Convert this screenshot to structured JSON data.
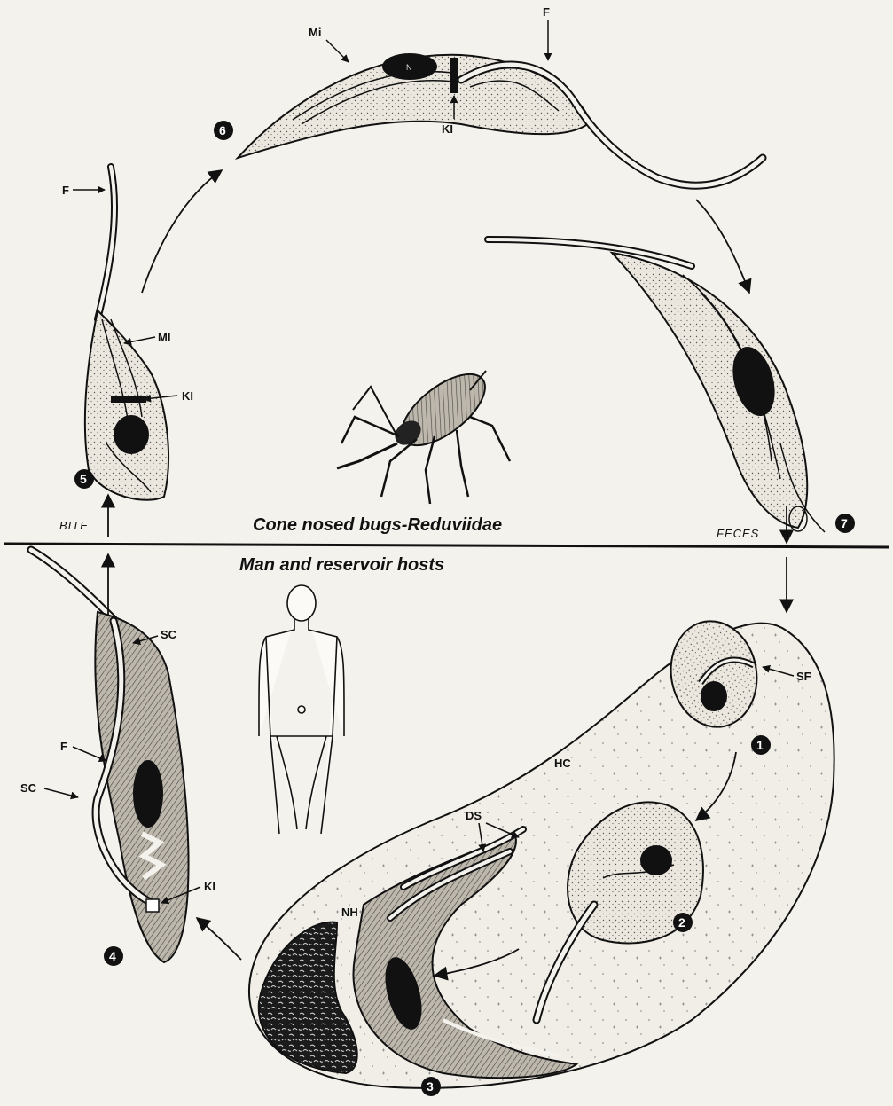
{
  "host_labels": {
    "vector": "Cone nosed bugs-Reduviidae",
    "human": "Man and reservoir hosts"
  },
  "transitions": {
    "bite": "BITE",
    "feces": "FECES"
  },
  "stages": [
    "1",
    "2",
    "3",
    "4",
    "5",
    "6",
    "7"
  ],
  "structure_labels": {
    "nucleus": "N",
    "flagellum": "F",
    "kinetoplast": "KI",
    "mitochondrion": "MI",
    "mitochondrion_alt": "Mi",
    "surface_coat": "SC",
    "short_flagellum": "SF",
    "host_cell": "HC",
    "host_nucleus": "NH",
    "dividing_stage": "DS"
  },
  "colors": {
    "background": "#f4f2ec",
    "ink": "#111111",
    "cell_fill": "#e9e5dc"
  }
}
